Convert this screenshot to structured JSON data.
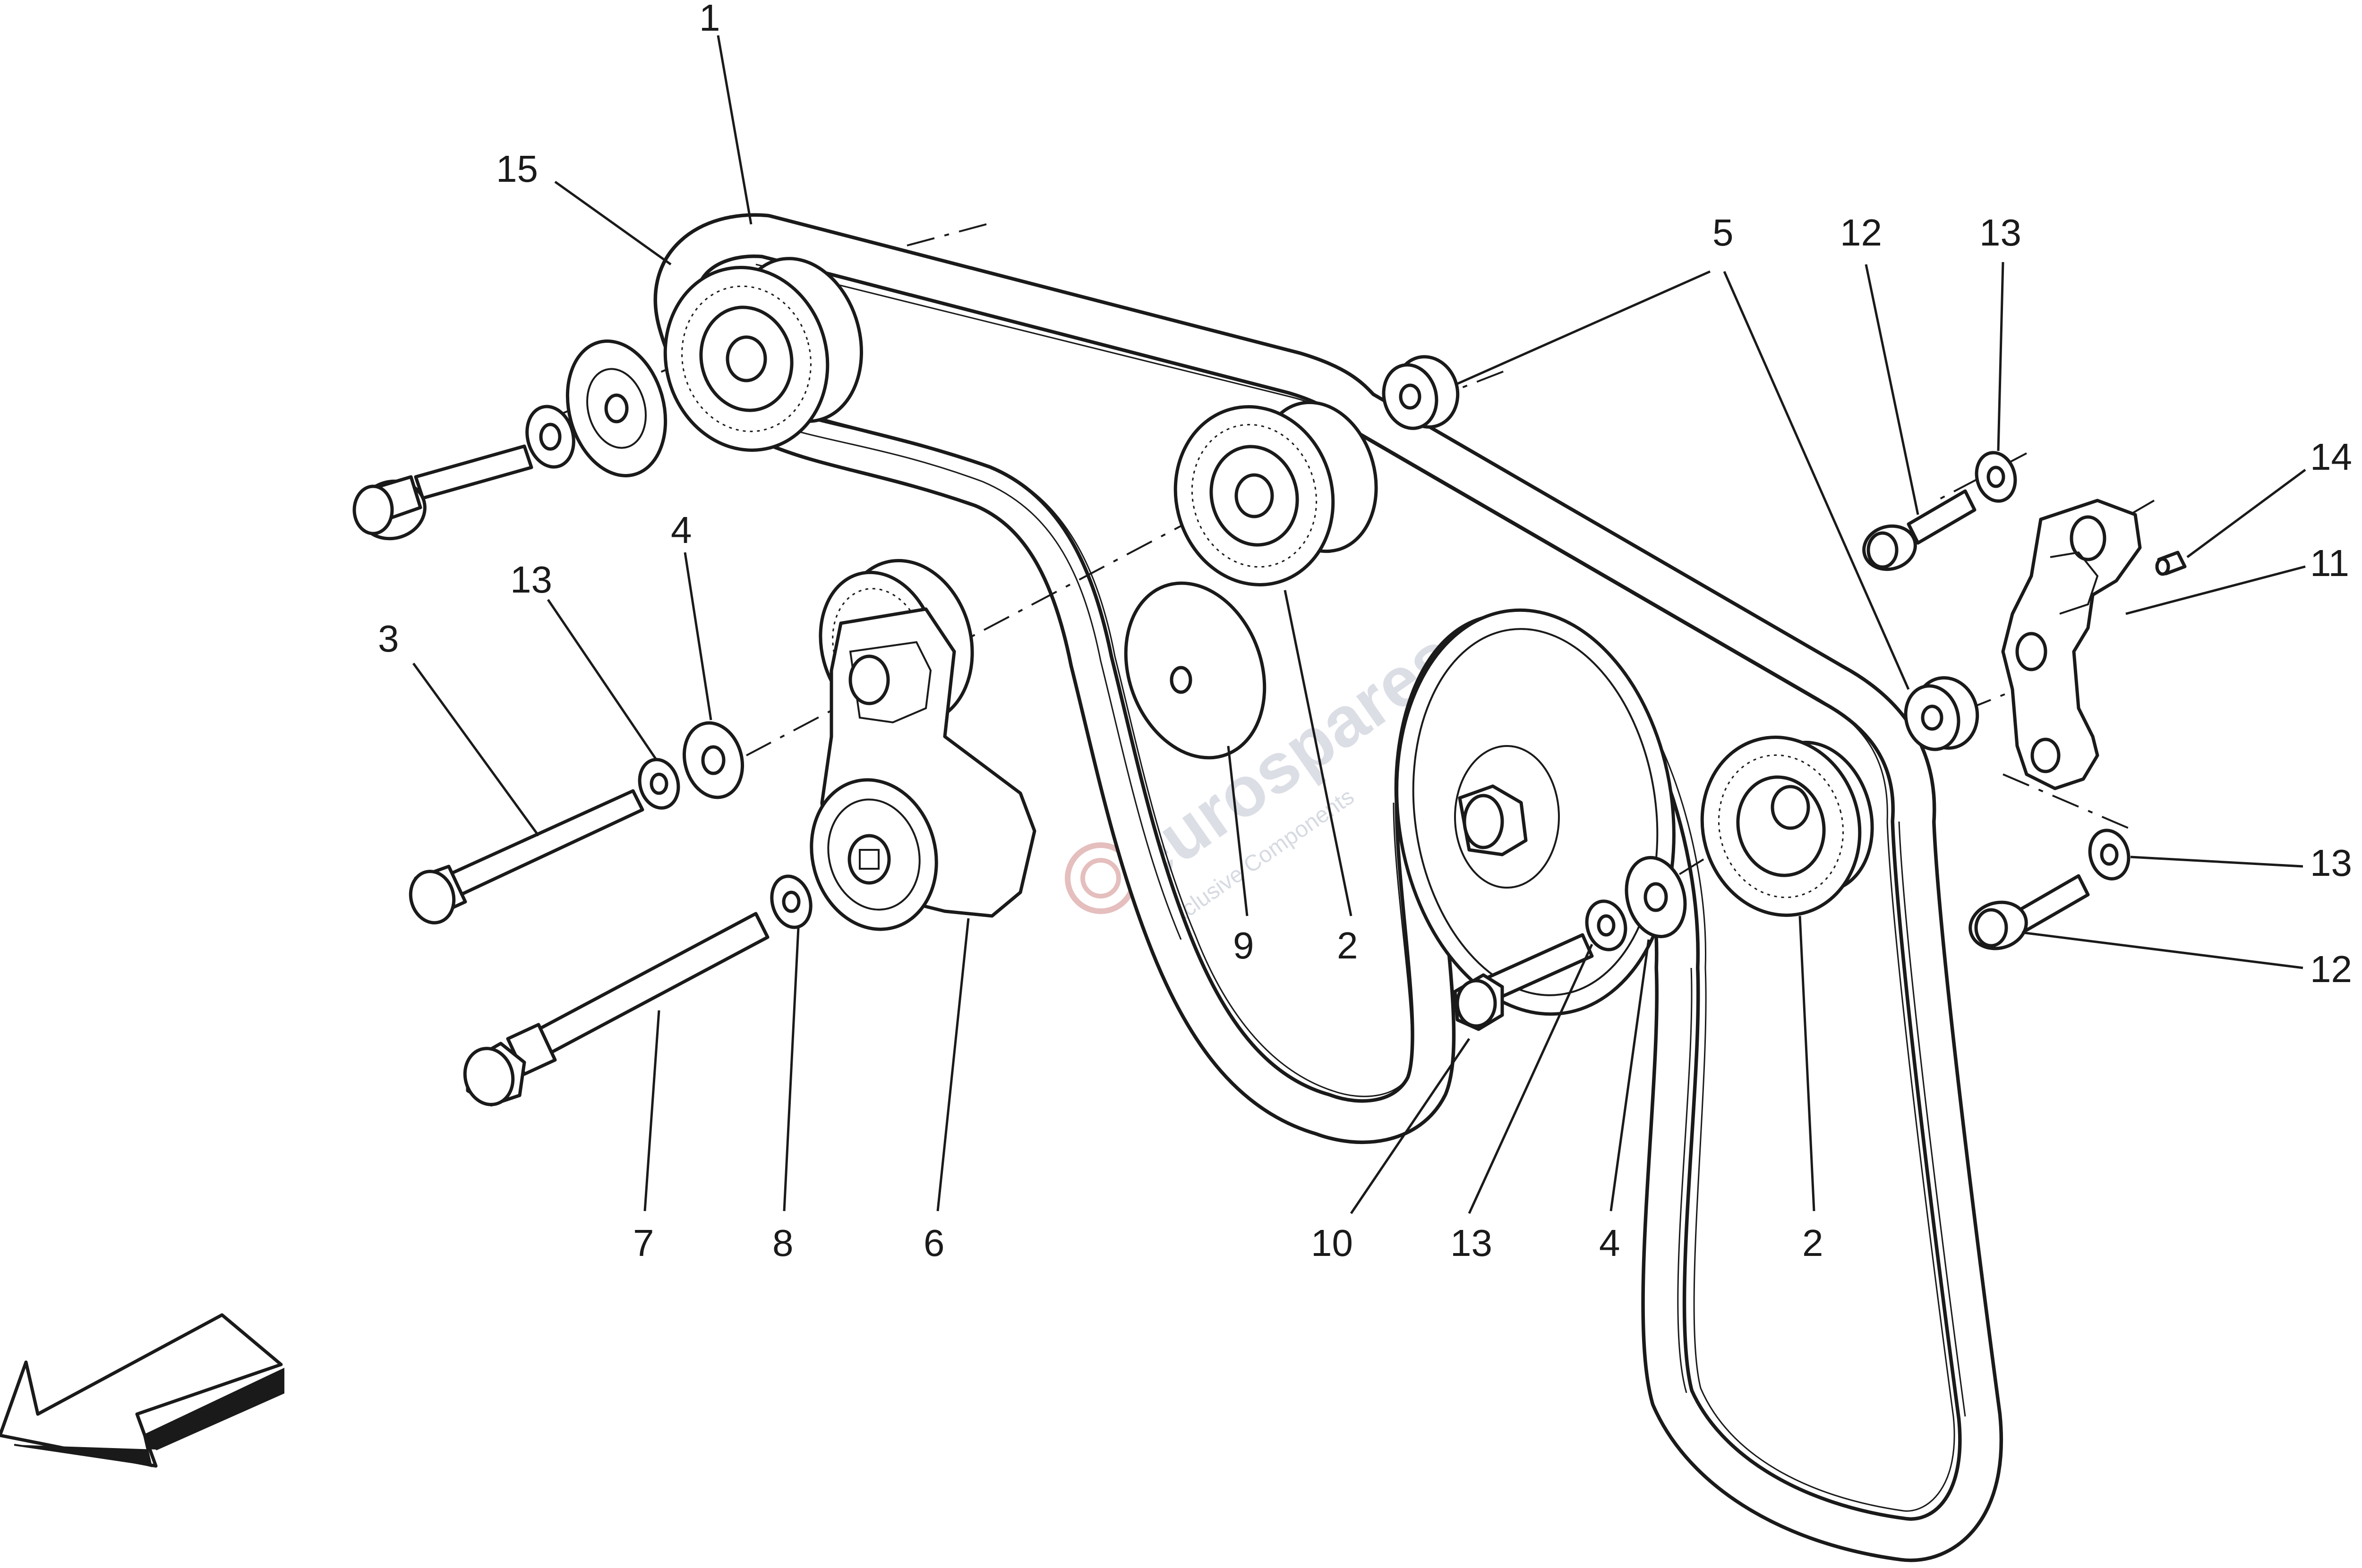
{
  "diagram": {
    "callouts": [
      {
        "id": "c1",
        "text": "1"
      },
      {
        "id": "c15",
        "text": "15"
      },
      {
        "id": "c5",
        "text": "5"
      },
      {
        "id": "c12a",
        "text": "12"
      },
      {
        "id": "c13a",
        "text": "13"
      },
      {
        "id": "c14",
        "text": "14"
      },
      {
        "id": "c11",
        "text": "11"
      },
      {
        "id": "c4a",
        "text": "4"
      },
      {
        "id": "c13b",
        "text": "13"
      },
      {
        "id": "c3",
        "text": "3"
      },
      {
        "id": "c9",
        "text": "9"
      },
      {
        "id": "c2a",
        "text": "2"
      },
      {
        "id": "c13c",
        "text": "13"
      },
      {
        "id": "c12b",
        "text": "12"
      },
      {
        "id": "c7",
        "text": "7"
      },
      {
        "id": "c8",
        "text": "8"
      },
      {
        "id": "c6",
        "text": "6"
      },
      {
        "id": "c10",
        "text": "10"
      },
      {
        "id": "c13d",
        "text": "13"
      },
      {
        "id": "c4b",
        "text": "4"
      },
      {
        "id": "c2b",
        "text": "2"
      }
    ],
    "watermark": {
      "brand": "eurospares",
      "tagline": "Exclusive Components"
    },
    "direction_arrow_icon": "front-direction-arrow-icon"
  }
}
